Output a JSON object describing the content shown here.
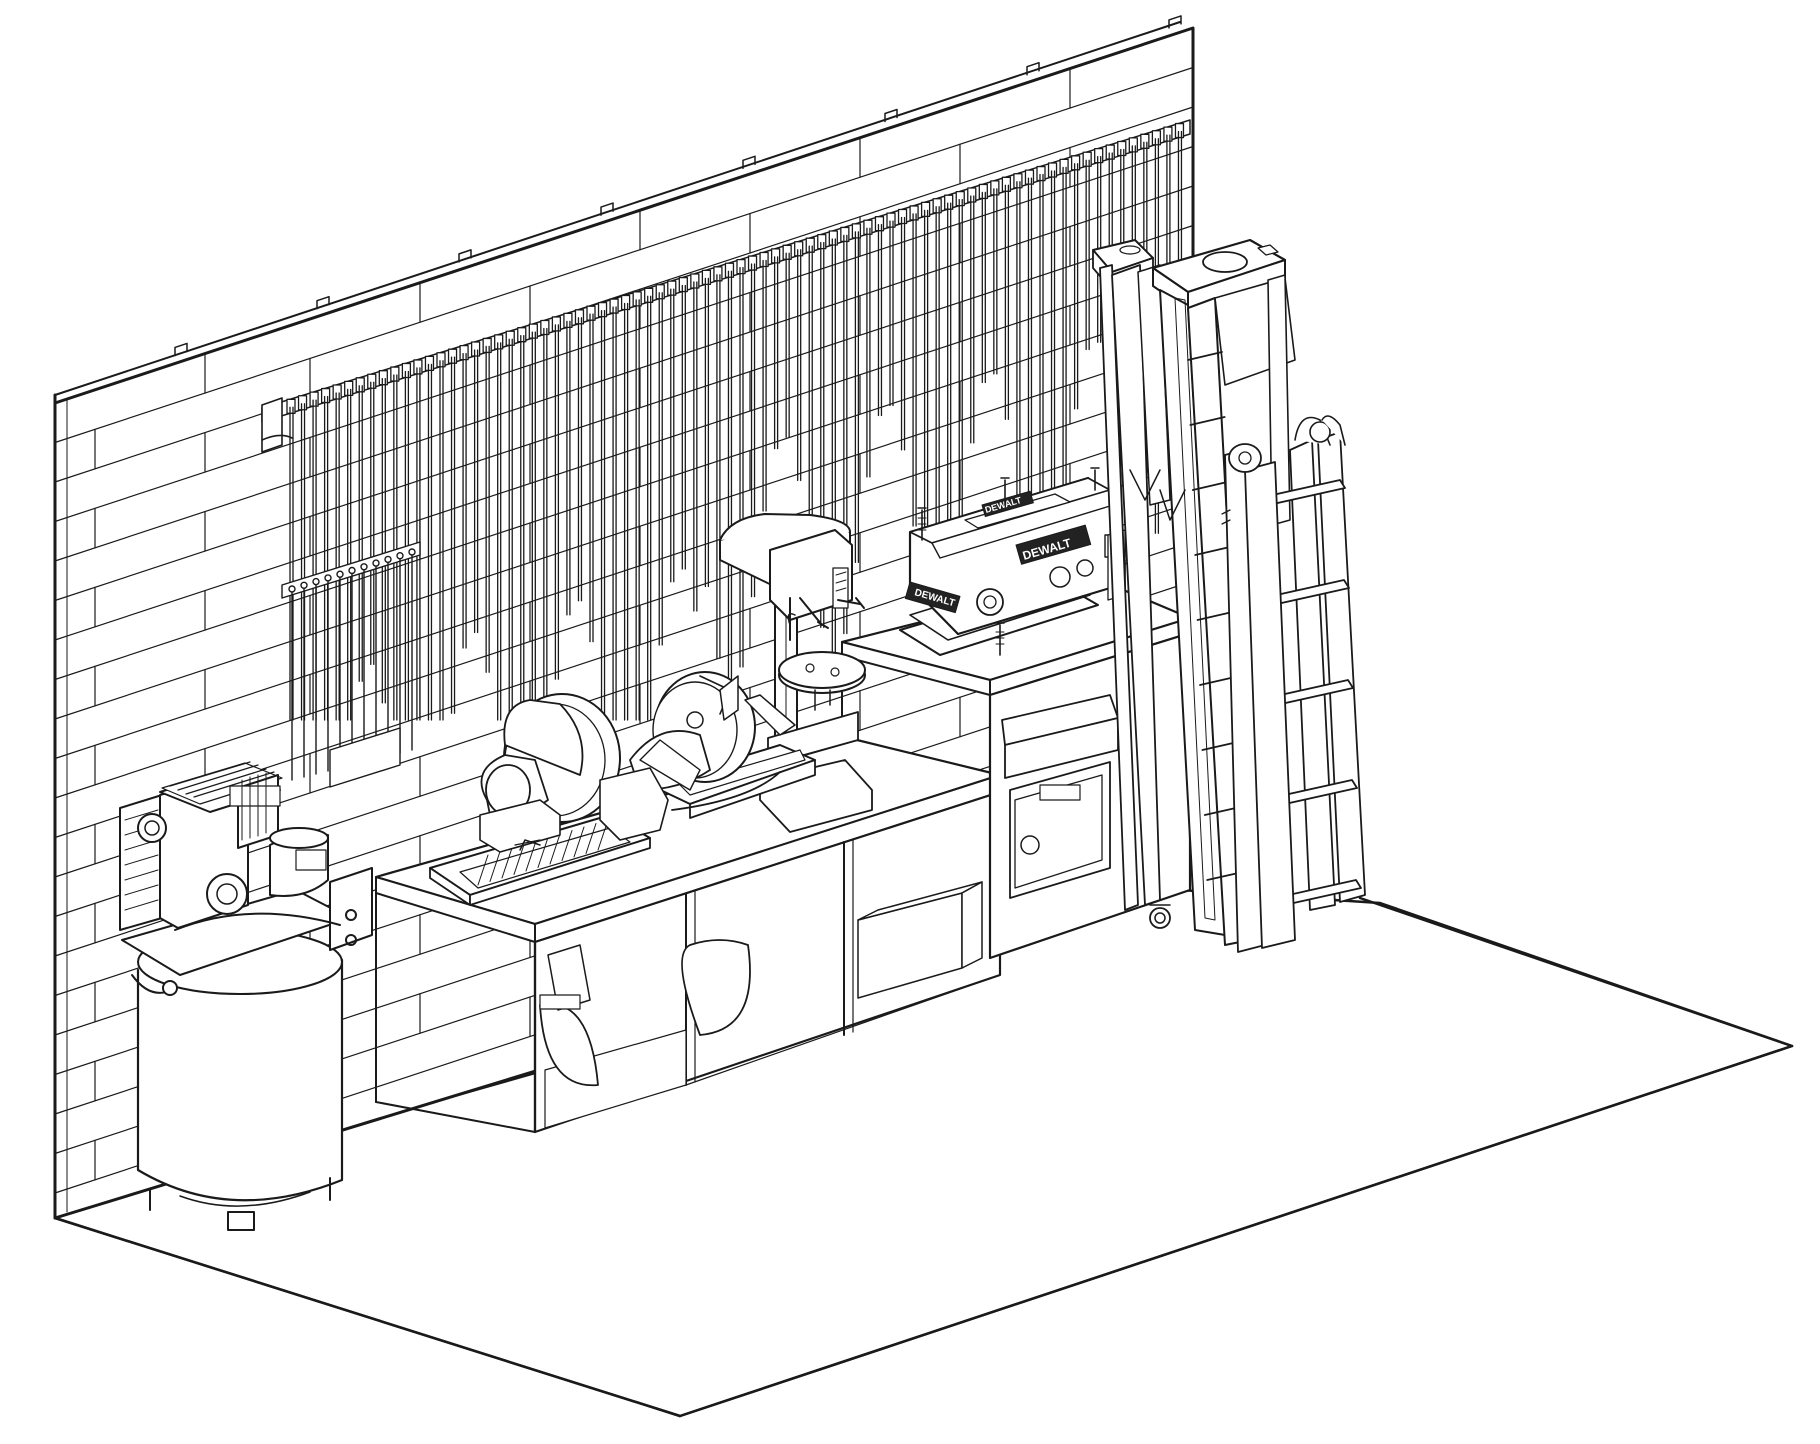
{
  "labels": {
    "planer_brand_front": "DEWALT",
    "planer_brand_side": "DEWALT",
    "planer_brand_top": "DEWALT"
  },
  "colors": {
    "line": "#1a1a1a",
    "fill": "#ffffff",
    "shade": "#e6e6e6",
    "dark": "#222222"
  },
  "counts": {
    "clamp_rack_clamps": 78,
    "pipe_clamps": 11
  }
}
